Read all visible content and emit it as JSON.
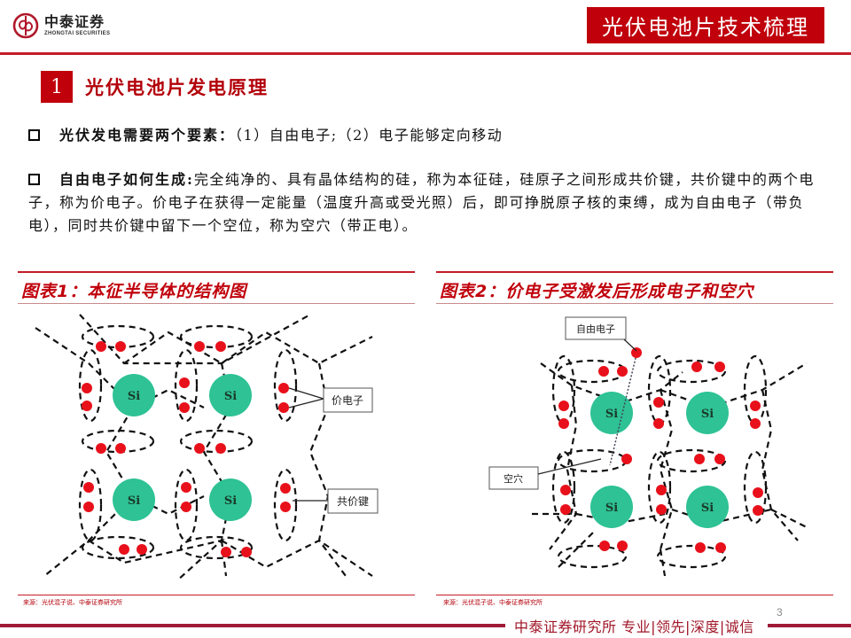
{
  "header": {
    "logo_cn": "中泰证券",
    "logo_en": "ZHONGTAI SECURITIES",
    "title": "光伏电池片技术梳理",
    "accent_color": "#c0000b"
  },
  "section": {
    "number": "1",
    "title": "光伏电池片发电原理"
  },
  "bullets": [
    {
      "bold": "光伏发电需要两个要素：",
      "text": "（1）自由电子;（2）电子能够定向移动"
    },
    {
      "bold": "自由电子如何生成:",
      "text": "完全纯净的、具有晶体结构的硅，称为本征硅，硅原子之间形成共价键，共价键中的两个电子，称为价电子。价电子在获得一定能量（温度升高或受光照）后，即可挣脱原子核的束缚，成为自由电子（带负电），同时共价键中留下一个空位，称为空穴（带正电）。"
    }
  ],
  "figures": [
    {
      "title": "图表1：本征半导体的结构图",
      "atom_label": "Si",
      "callouts": [
        "价电子",
        "共价键"
      ],
      "source": "来源：光伏混子说、中泰证券研究所"
    },
    {
      "title": "图表2：价电子受激发后形成电子和空穴",
      "atom_label": "Si",
      "callouts": [
        "自由电子",
        "空穴"
      ],
      "source": "来源：光伏混子说、中泰证券研究所"
    }
  ],
  "footer": {
    "page_number": "3",
    "slogan": "中泰证券研究所 专业|领先|深度|诚信"
  }
}
